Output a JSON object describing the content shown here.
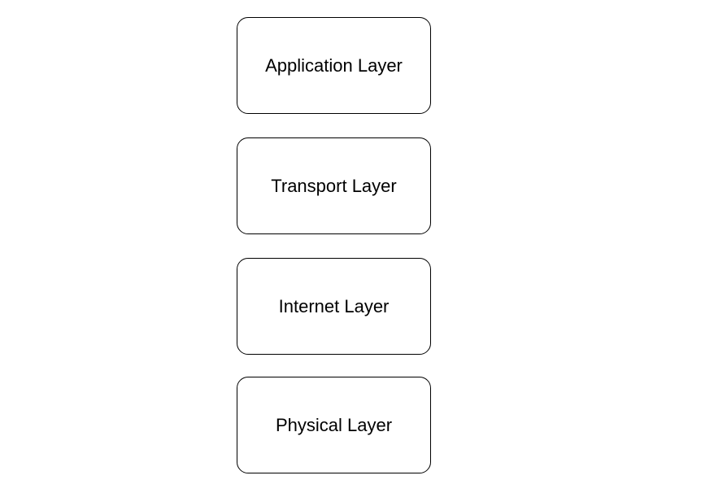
{
  "diagram": {
    "layers": [
      {
        "label": "Application Layer"
      },
      {
        "label": "Transport Layer"
      },
      {
        "label": "Internet Layer"
      },
      {
        "label": "Physical Layer"
      }
    ]
  },
  "colors": {
    "background": "#ffffff",
    "border": "#000000",
    "text": "#000000"
  }
}
